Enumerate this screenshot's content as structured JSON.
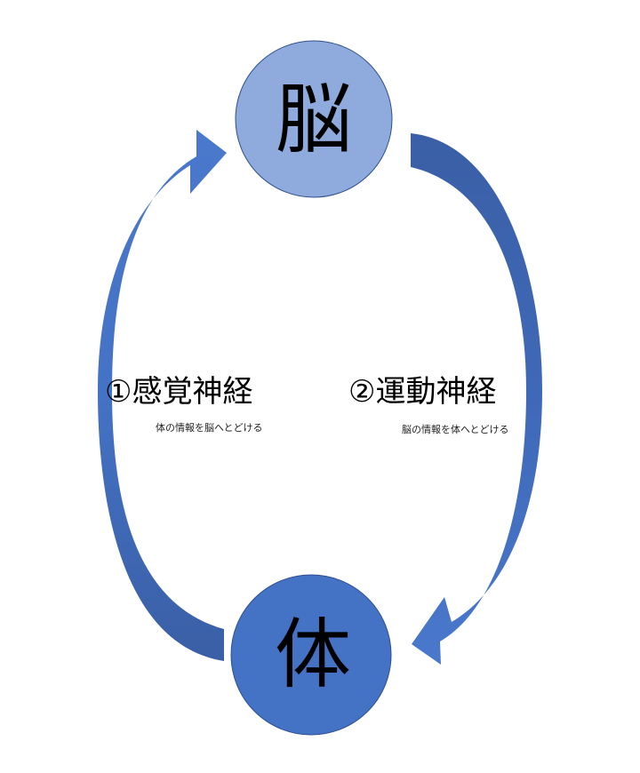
{
  "nodes": {
    "brain": {
      "label": "脳",
      "color": "#8faadc"
    },
    "body": {
      "label": "体",
      "color": "#4472c4"
    }
  },
  "paths": {
    "sensory": {
      "title": "①感覚神経",
      "desc": "体の情報を脳へとどける",
      "color": "#4472c4"
    },
    "motor": {
      "title": "②運動神経",
      "desc": "脳の情報を体へとどける",
      "color": "#3b5ea8"
    }
  }
}
